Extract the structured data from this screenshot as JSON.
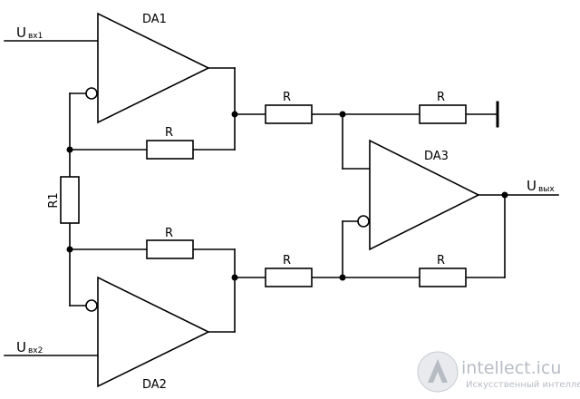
{
  "diagram": {
    "amplifiers": {
      "da1": "DA1",
      "da2": "DA2",
      "da3": "DA3"
    },
    "resistor_labels": {
      "r_top_feedback": "R",
      "r_bottom_feedback": "R",
      "r_top_series": "R",
      "r_top_ground": "R",
      "r_bottom_series": "R",
      "r_da3_feedback": "R",
      "r_gain": "R1"
    },
    "signals": {
      "input1": {
        "main": "U",
        "sub": "вх1"
      },
      "input2": {
        "main": "U",
        "sub": "вх2"
      },
      "output": {
        "main": "U",
        "sub": "вых"
      }
    }
  },
  "watermark": {
    "text": "intellect.icu",
    "subtitle": "Искусственный интеллект",
    "color": "#b7bcc4"
  }
}
